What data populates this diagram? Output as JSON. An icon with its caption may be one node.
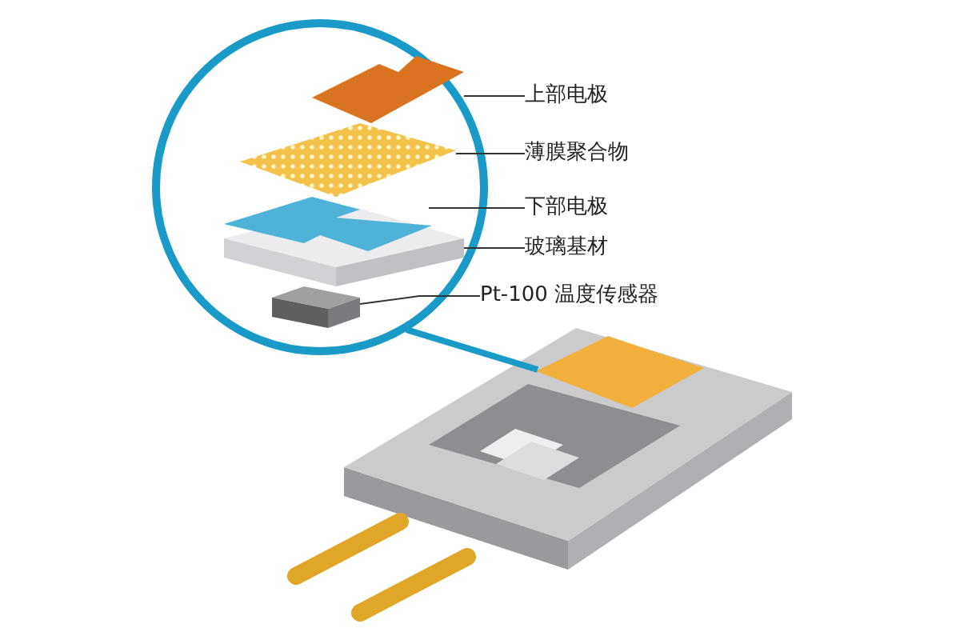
{
  "diagram": {
    "nodes": [
      {
        "text": [],
        "shape": "circle"
      },
      {
        "text": [],
        "shape": "picture",
        "in": 0
      },
      {
        "text": [],
        "shape": "picture",
        "in": 0
      },
      {
        "text": [],
        "shape": "picture",
        "in": 0
      },
      {
        "text": [],
        "shape": "picture",
        "in": 0
      },
      {
        "text": [],
        "shape": "picture",
        "in": 0
      },
      {
        "text": [
          "上部电极"
        ]
      },
      {
        "text": [
          "薄膜聚合物"
        ]
      },
      {
        "text": [
          "下部电极"
        ]
      },
      {
        "text": [
          "玻璃基材"
        ]
      },
      {
        "text": [
          "Pt-100 温度传感器"
        ]
      },
      {
        "text": [],
        "shape": "picture"
      }
    ],
    "edges": [
      {
        "from": 6,
        "to": 1,
        "arrow": "none"
      },
      {
        "from": 7,
        "to": 2,
        "arrow": "none"
      },
      {
        "from": 8,
        "to": 3,
        "arrow": "none"
      },
      {
        "from": 9,
        "to": 4,
        "arrow": "none"
      },
      {
        "from": 10,
        "to": 5,
        "arrow": "none"
      },
      {
        "from": 0,
        "to": 11,
        "arrow": "none",
        "style": "thick",
        "color": "#1a9bc7"
      }
    ]
  }
}
